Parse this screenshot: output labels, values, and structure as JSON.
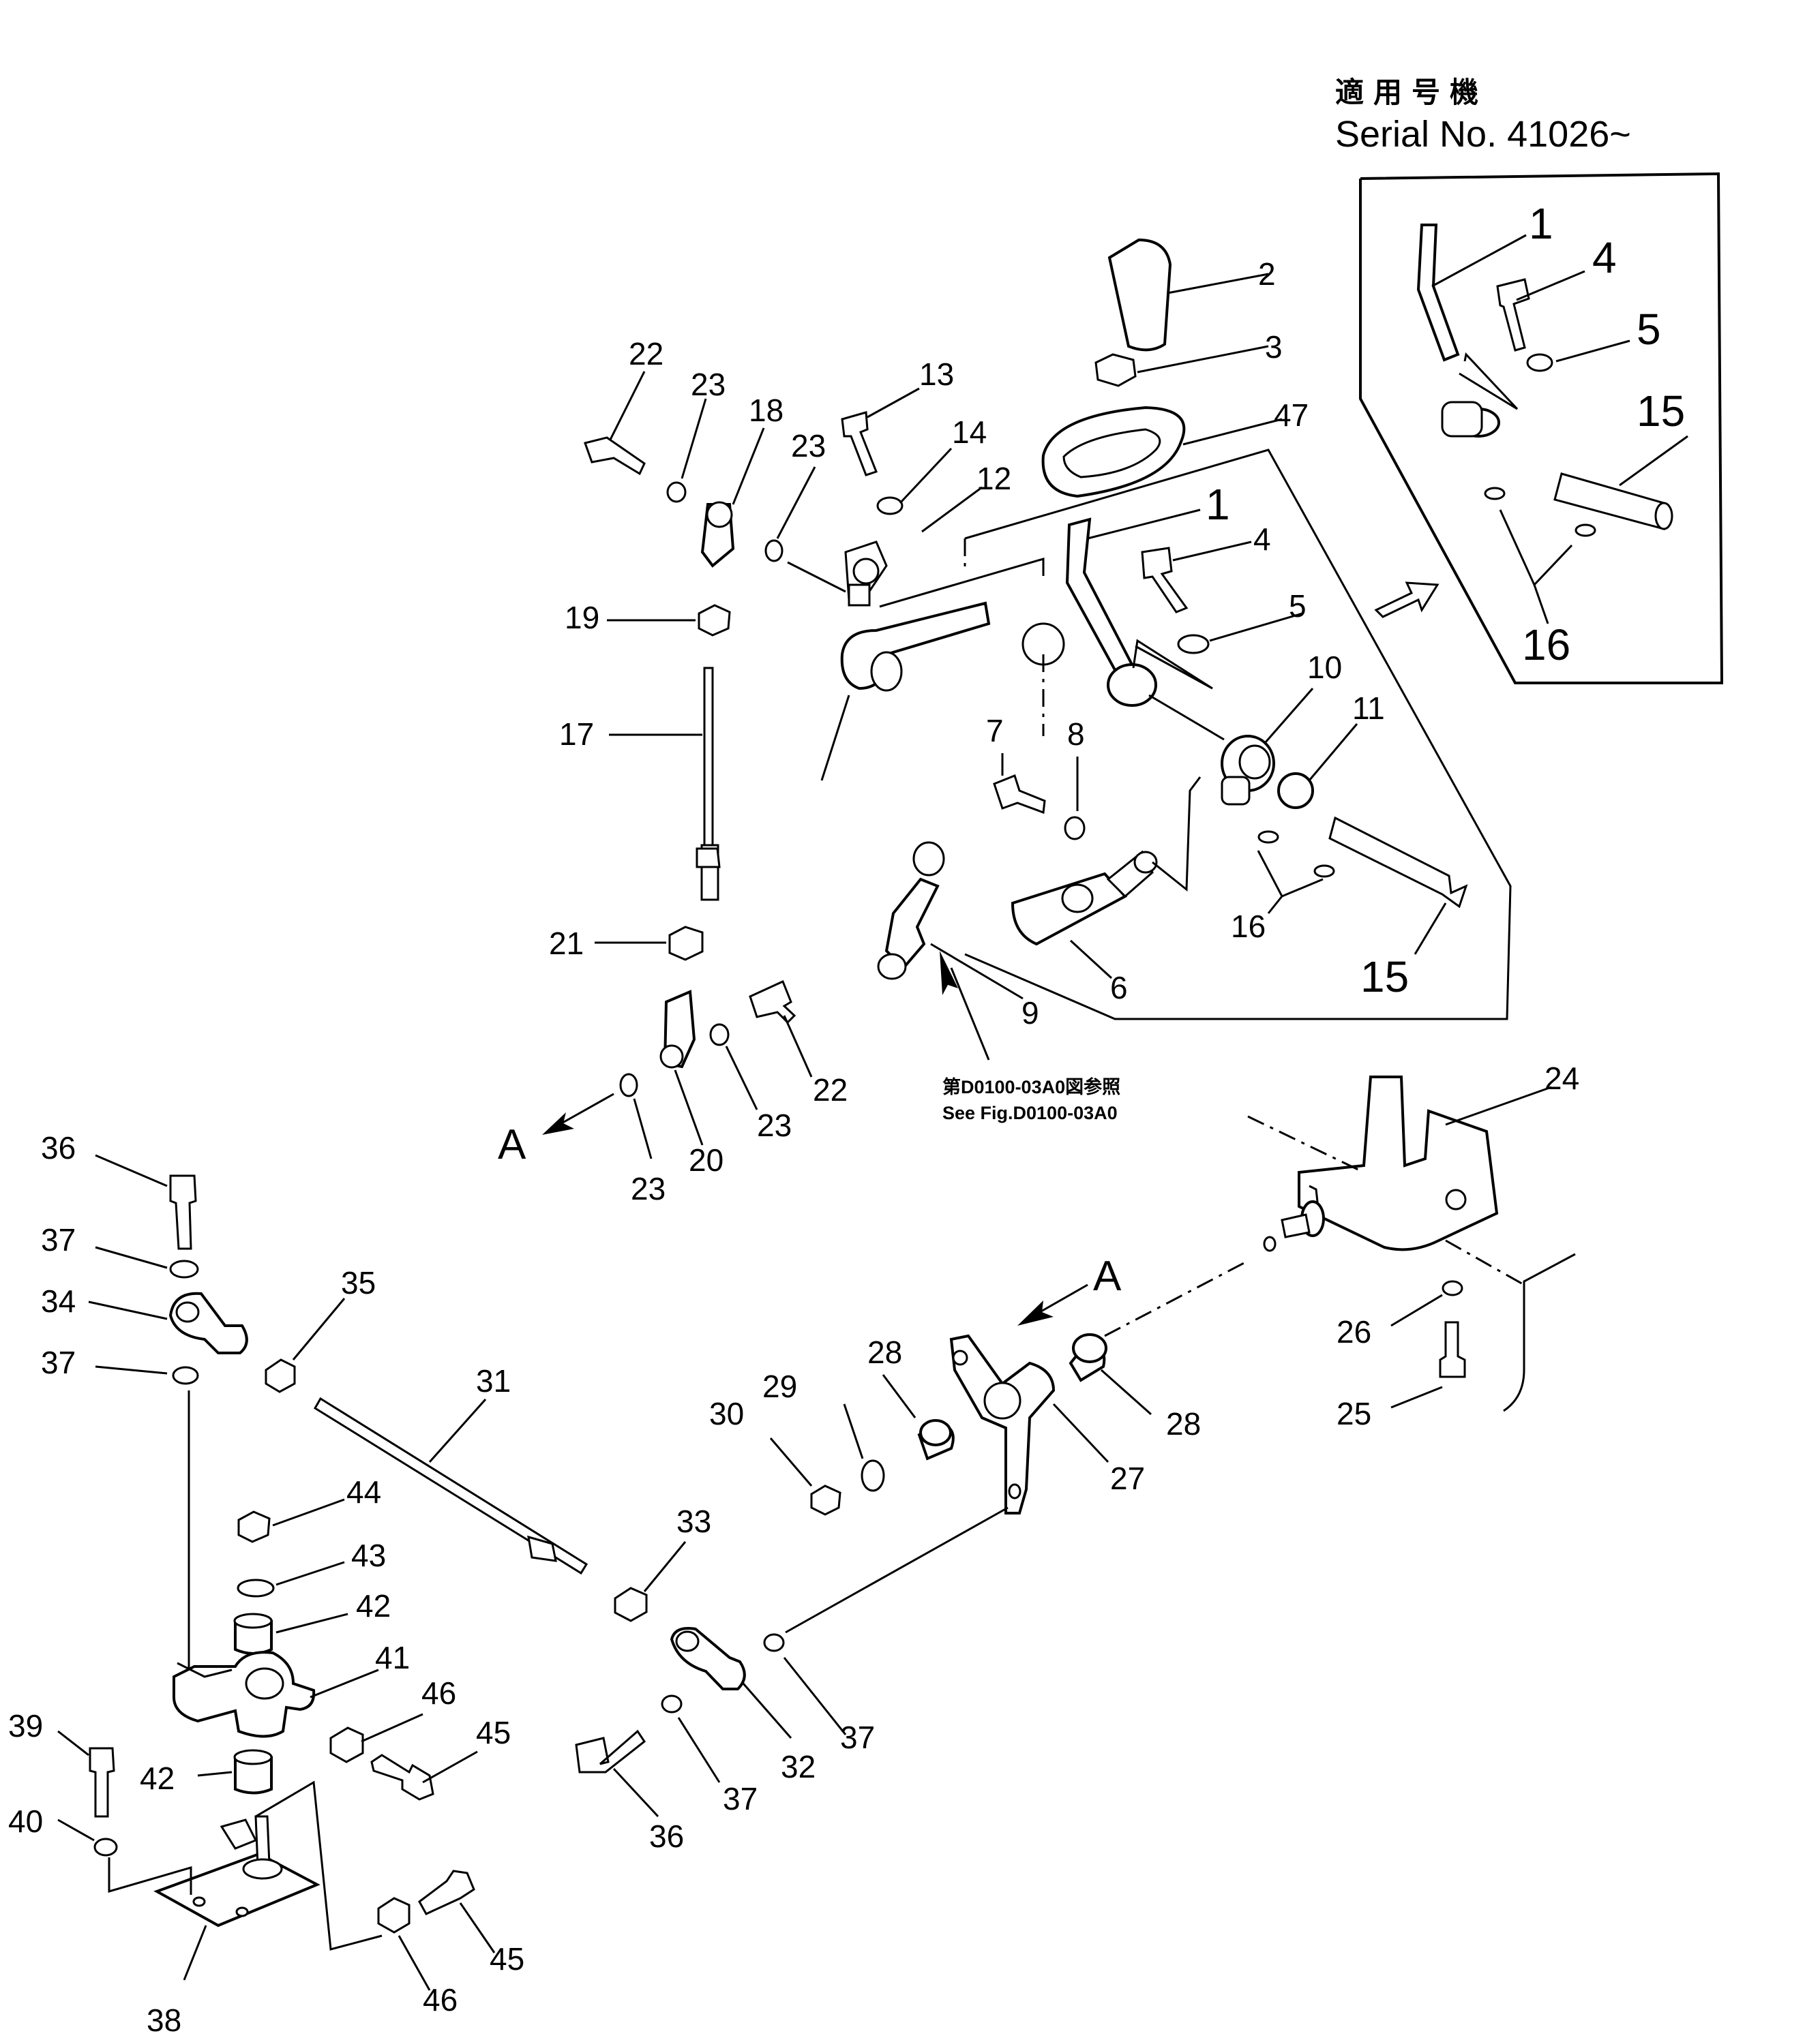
{
  "header": {
    "applicable_models_jp": "適用号機",
    "serial_text": "Serial No. 41026~"
  },
  "reference_note": {
    "jp": "第D0100-03A0図参照",
    "en": "See Fig.D0100-03A0"
  },
  "view_marker": "A",
  "callouts": {
    "p1_inset": "1",
    "p4_inset": "4",
    "p5_inset": "5",
    "p15_inset": "15",
    "p16_inset": "16",
    "p2": "2",
    "p3": "3",
    "p47": "47",
    "p1": "1",
    "p4": "4",
    "p5": "5",
    "p10": "10",
    "p11": "11",
    "p16": "16",
    "p15": "15",
    "p6": "6",
    "p9": "9",
    "p7": "7",
    "p8": "8",
    "p13": "13",
    "p14": "14",
    "p12": "12",
    "p23a": "23",
    "p22a": "22",
    "p23b": "23",
    "p18": "18",
    "p19": "19",
    "p17": "17",
    "p21": "21",
    "p22b": "22",
    "p23c": "23",
    "p20": "20",
    "p23d": "23",
    "p24": "24",
    "p26": "26",
    "p25": "25",
    "p28a": "28",
    "p28b": "28",
    "p27": "27",
    "p29": "29",
    "p30": "30",
    "p36a": "36",
    "p37a": "37",
    "p34": "34",
    "p37b": "37",
    "p35": "35",
    "p31": "31",
    "p44": "44",
    "p43": "43",
    "p42a": "42",
    "p41": "41",
    "p46a": "46",
    "p45a": "45",
    "p39": "39",
    "p40": "40",
    "p42b": "42",
    "p38": "38",
    "p46b": "46",
    "p45b": "45",
    "p33": "33",
    "p32": "32",
    "p37c": "37",
    "p37d": "37",
    "p36b": "36"
  }
}
